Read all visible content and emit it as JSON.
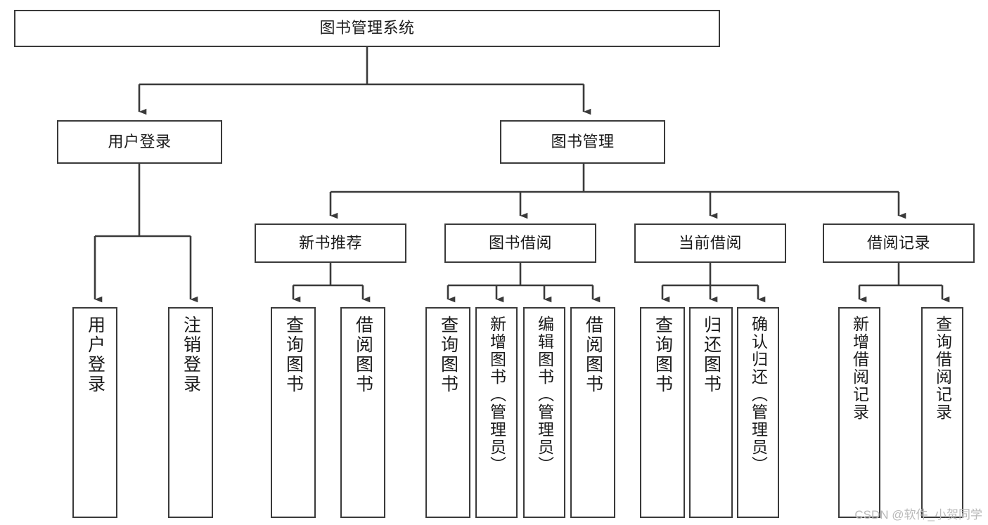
{
  "diagram": {
    "type": "tree",
    "title": "图书管理系统",
    "orientation": "top-down",
    "colors": {
      "box_border": "#3a3a3a",
      "box_fill": "#ffffff",
      "edge": "#3a3a3a",
      "text": "#1a1a1a",
      "watermark": "#b9b9b9",
      "background": "#ffffff"
    },
    "root": {
      "id": "root",
      "label": "图书管理系统"
    },
    "level2": [
      {
        "id": "user-login",
        "label": "用户登录"
      },
      {
        "id": "book-manage",
        "label": "图书管理"
      }
    ],
    "level3": [
      {
        "id": "new-book-recommend",
        "label": "新书推荐",
        "parent": "book-manage"
      },
      {
        "id": "book-borrow",
        "label": "图书借阅",
        "parent": "book-manage"
      },
      {
        "id": "current-borrow",
        "label": "当前借阅",
        "parent": "book-manage"
      },
      {
        "id": "borrow-record",
        "label": "借阅记录",
        "parent": "book-manage"
      }
    ],
    "leaves": [
      {
        "id": "leaf-user-login",
        "label": "用户登录",
        "parent": "user-login"
      },
      {
        "id": "leaf-user-logout",
        "label": "注销登录",
        "parent": "user-login"
      },
      {
        "id": "leaf-query-book-1",
        "label": "查询图书",
        "parent": "new-book-recommend"
      },
      {
        "id": "leaf-borrow-book-1",
        "label": "借阅图书",
        "parent": "new-book-recommend"
      },
      {
        "id": "leaf-query-book-2",
        "label": "查询图书",
        "parent": "book-borrow"
      },
      {
        "id": "leaf-add-book",
        "label": "新增图书（管理员）",
        "parent": "book-borrow"
      },
      {
        "id": "leaf-edit-book",
        "label": "编辑图书（管理员）",
        "parent": "book-borrow"
      },
      {
        "id": "leaf-borrow-book-2",
        "label": "借阅图书",
        "parent": "book-borrow"
      },
      {
        "id": "leaf-query-book-3",
        "label": "查询图书",
        "parent": "current-borrow"
      },
      {
        "id": "leaf-return-book",
        "label": "归还图书",
        "parent": "current-borrow"
      },
      {
        "id": "leaf-confirm-return",
        "label": "确认归还（管理员）",
        "parent": "current-borrow"
      },
      {
        "id": "leaf-add-record",
        "label": "新增借阅记录",
        "parent": "borrow-record"
      },
      {
        "id": "leaf-query-record",
        "label": "查询借阅记录",
        "parent": "borrow-record"
      }
    ]
  },
  "watermark": {
    "text": "CSDN @软件_小贺同学"
  }
}
